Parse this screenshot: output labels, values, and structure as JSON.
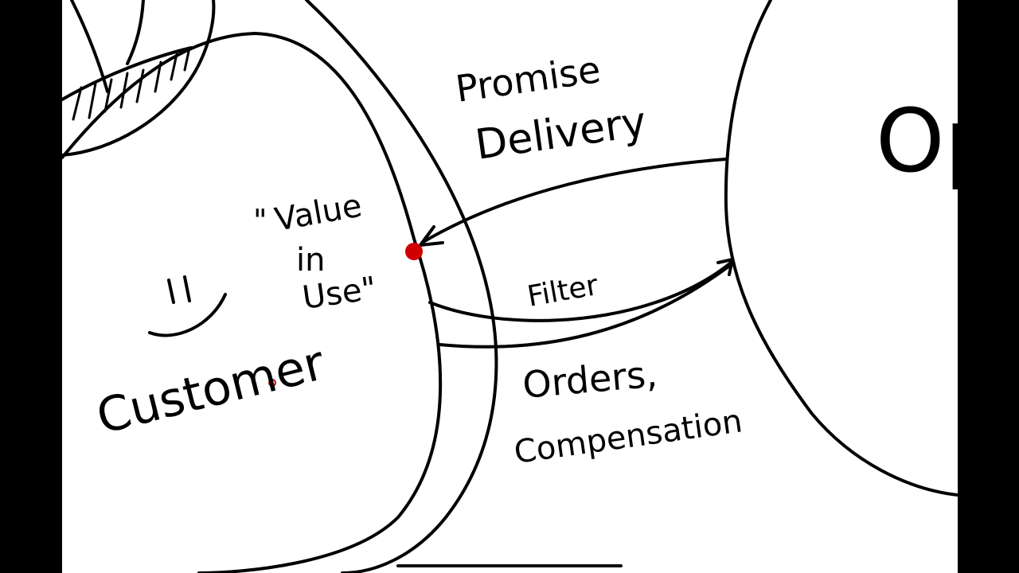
{
  "colors": {
    "ink": "#000000",
    "paper": "#ffffff",
    "marker": "#d00000",
    "letterbox": "#000000"
  },
  "labels": {
    "promise": "Promise",
    "delivery": "Delivery",
    "value_quote_open": "\"",
    "value": "Value",
    "in": "in",
    "use": "Use\"",
    "filter": "Filter",
    "orders": "Orders,",
    "compensation": "Compensation",
    "customer": "Customer",
    "equals_sign": "||",
    "right_partial": "Op"
  },
  "icons": {
    "smile": "smile-icon",
    "value_marker": "dot-icon",
    "pointer": "pointer-dot-icon"
  }
}
